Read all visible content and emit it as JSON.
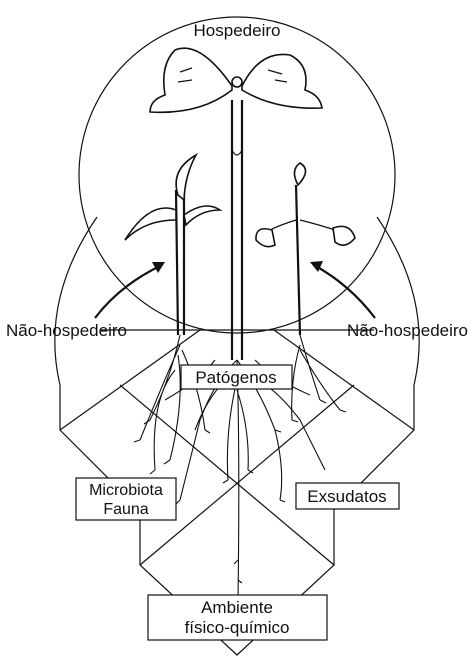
{
  "labels": {
    "top": "Hospedeiro",
    "left": "Não-hospedeiro",
    "right": "Não-hospedeiro",
    "center": "Patógenos",
    "left_box_line1": "Microbiota",
    "left_box_line2": "Fauna",
    "right_box": "Exsudatos",
    "bottom_line1": "Ambiente",
    "bottom_line2": "físico-químico"
  }
}
